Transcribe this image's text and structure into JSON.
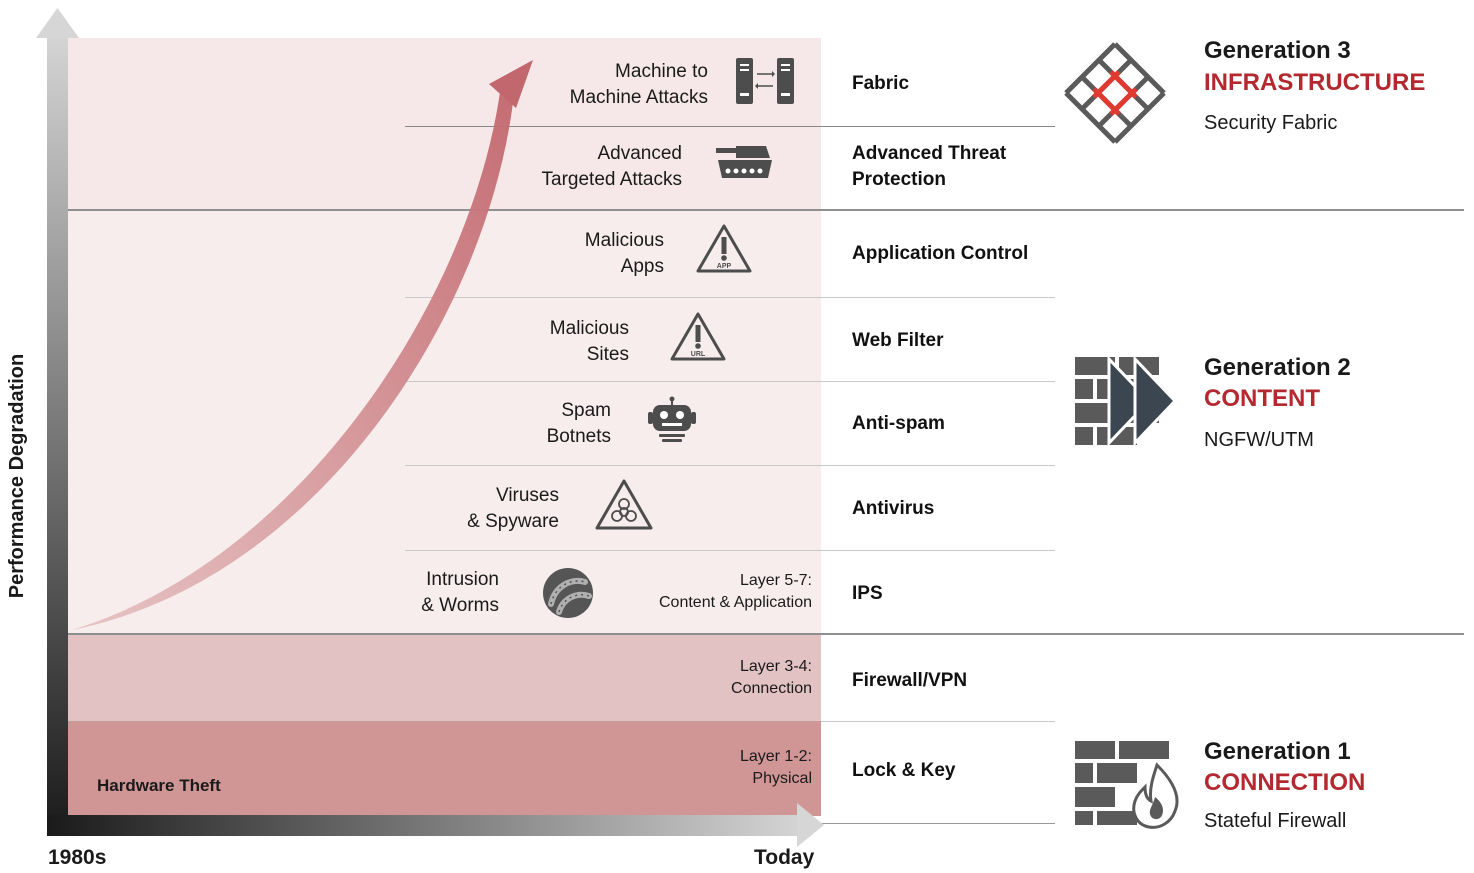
{
  "axes": {
    "y_label": "Performance Degradation",
    "x_start": "1980s",
    "x_end": "Today"
  },
  "threats": [
    {
      "lines": [
        "Machine to",
        "Machine Attacks"
      ],
      "icon": "server-exchange-icon"
    },
    {
      "lines": [
        "Advanced",
        "Targeted Attacks"
      ],
      "icon": "tank-icon"
    },
    {
      "lines": [
        "Malicious",
        "Apps"
      ],
      "icon": "warning-app-icon",
      "badge": "APP"
    },
    {
      "lines": [
        "Malicious",
        "Sites"
      ],
      "icon": "warning-url-icon",
      "badge": "URL"
    },
    {
      "lines": [
        "Spam",
        "Botnets"
      ],
      "icon": "robot-icon"
    },
    {
      "lines": [
        "Viruses",
        "& Spyware"
      ],
      "icon": "biohazard-icon"
    },
    {
      "lines": [
        "Intrusion",
        "& Worms"
      ],
      "icon": "worm-icon"
    }
  ],
  "hardware_theft": "Hardware Theft",
  "layers": [
    {
      "lines": [
        "Layer 5-7:",
        "Content & Application"
      ]
    },
    {
      "lines": [
        "Layer 3-4:",
        "Connection"
      ]
    },
    {
      "lines": [
        "Layer 1-2:",
        "Physical"
      ]
    }
  ],
  "protections": [
    {
      "lines": [
        "Fabric"
      ]
    },
    {
      "lines": [
        "Advanced Threat",
        "Protection"
      ]
    },
    {
      "lines": [
        "Application Control"
      ]
    },
    {
      "lines": [
        "Web Filter"
      ]
    },
    {
      "lines": [
        "Anti-spam"
      ]
    },
    {
      "lines": [
        "Antivirus"
      ]
    },
    {
      "lines": [
        "IPS"
      ]
    },
    {
      "lines": [
        "Firewall/VPN"
      ]
    },
    {
      "lines": [
        "Lock & Key"
      ]
    }
  ],
  "generations": [
    {
      "title": "Generation 3",
      "name": "INFRASTRUCTURE",
      "desc": "Security Fabric",
      "icon": "fabric-weave-icon"
    },
    {
      "title": "Generation 2",
      "name": "CONTENT",
      "desc": "NGFW/UTM",
      "icon": "firewall-arrow-icon"
    },
    {
      "title": "Generation 1",
      "name": "CONNECTION",
      "desc": "Stateful Firewall",
      "icon": "firewall-flame-icon"
    }
  ],
  "colors": {
    "accent": "#b3292f",
    "band_light": "#f6e8e8",
    "band_mid": "#e0bfbf",
    "band_dark": "#d09595",
    "curve": "#c97c80",
    "icon_gray": "#4d4d4d"
  }
}
